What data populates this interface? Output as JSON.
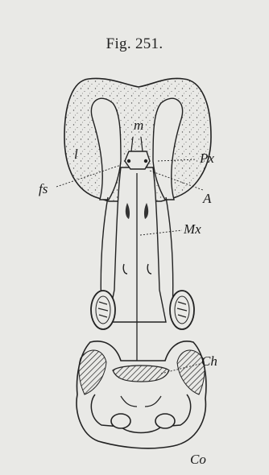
{
  "figure": {
    "title": "Fig. 251.",
    "labels": {
      "m": "m",
      "l": "l",
      "px": "Px",
      "fs": "fs",
      "a": "A",
      "mx": "Mx",
      "ch": "Ch",
      "co": "Co"
    },
    "colors": {
      "paper": "#e9e9e6",
      "ink": "#1a1a1a",
      "stipple": "#555555"
    }
  }
}
